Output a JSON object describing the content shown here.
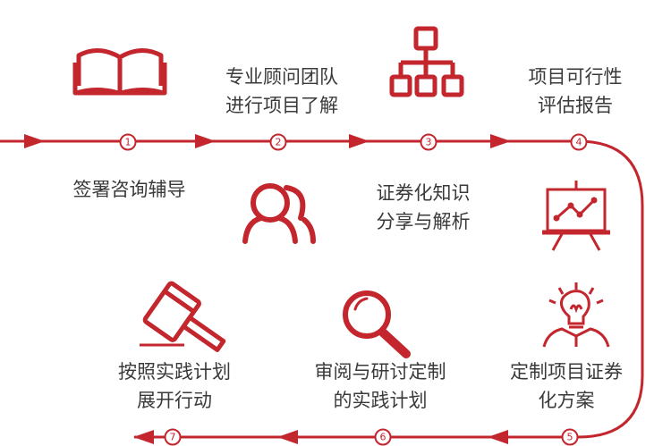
{
  "accent_color": "#c3262d",
  "text_color": "#3a3a3a",
  "steps": [
    {
      "num": "1",
      "lines": [
        "签署咨询辅导"
      ],
      "icon": "book-icon"
    },
    {
      "num": "2",
      "lines": [
        "专业顾问团队",
        "进行项目了解"
      ],
      "icon": "people-icon"
    },
    {
      "num": "3",
      "lines": [
        "证券化知识",
        "分享与解析"
      ],
      "icon": "org-chart-icon"
    },
    {
      "num": "4",
      "lines": [
        "项目可行性",
        "评估报告"
      ],
      "icon": "presentation-chart-icon"
    },
    {
      "num": "5",
      "lines": [
        "定制项目证券",
        "化方案"
      ],
      "icon": "idea-person-icon"
    },
    {
      "num": "6",
      "lines": [
        "审阅与研讨定制",
        "的实践计划"
      ],
      "icon": "magnifier-icon"
    },
    {
      "num": "7",
      "lines": [
        "按照实践计划",
        "展开行动"
      ],
      "icon": "gavel-icon"
    }
  ]
}
